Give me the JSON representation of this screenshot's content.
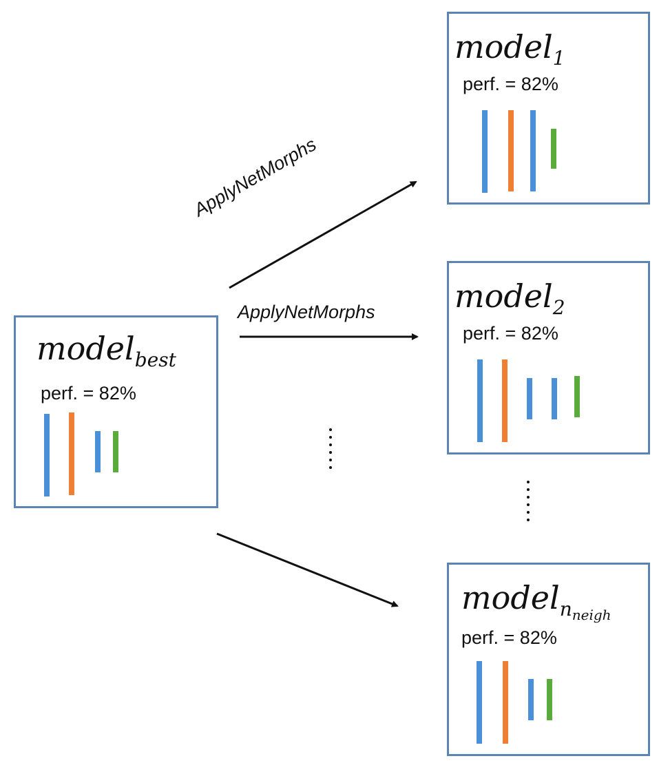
{
  "colors": {
    "box_border": "#5b84b5",
    "bar_blue": "#4a90d9",
    "bar_orange": "#f07f36",
    "bar_green": "#5aaa3c",
    "arrow": "#111111"
  },
  "model_best": {
    "title": "model",
    "subscript": "best",
    "perf": "perf. = 82%"
  },
  "model_1": {
    "title": "model",
    "subscript": "1",
    "perf": "perf. = 82%"
  },
  "model_2": {
    "title": "model",
    "subscript": "2",
    "perf": "perf. = 82%"
  },
  "model_n": {
    "title": "model",
    "subscript": "n",
    "subsubscript": "neigh",
    "perf": "perf. = 82%"
  },
  "arrows": {
    "label_top": "ApplyNetMorphs",
    "label_middle": "ApplyNetMorphs"
  }
}
